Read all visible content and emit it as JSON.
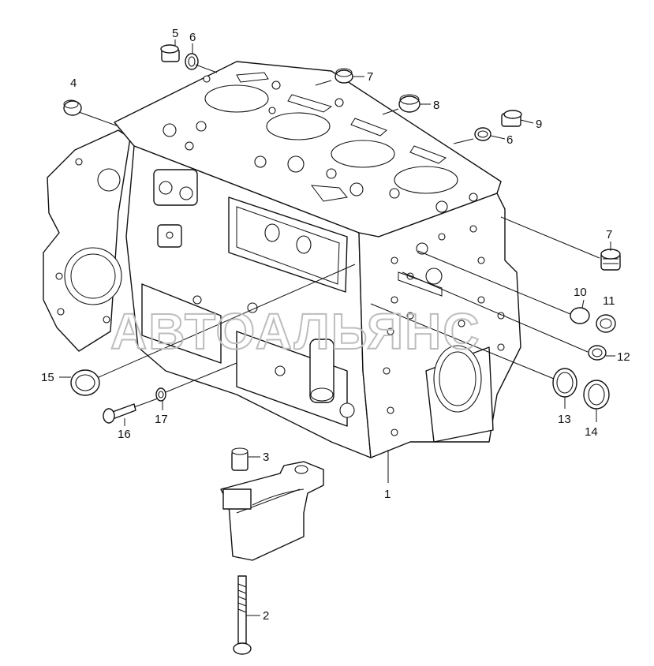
{
  "watermark": "АВТОАЛЬЯНС",
  "callouts": [
    {
      "id": "c1",
      "label": "1"
    },
    {
      "id": "c2",
      "label": "2"
    },
    {
      "id": "c3",
      "label": "3"
    },
    {
      "id": "c4",
      "label": "4"
    },
    {
      "id": "c5",
      "label": "5"
    },
    {
      "id": "c6a",
      "label": "6"
    },
    {
      "id": "c6b",
      "label": "6"
    },
    {
      "id": "c7a",
      "label": "7"
    },
    {
      "id": "c7b",
      "label": "7"
    },
    {
      "id": "c8",
      "label": "8"
    },
    {
      "id": "c9",
      "label": "9"
    },
    {
      "id": "c10",
      "label": "10"
    },
    {
      "id": "c11",
      "label": "11"
    },
    {
      "id": "c12",
      "label": "12"
    },
    {
      "id": "c13",
      "label": "13"
    },
    {
      "id": "c14",
      "label": "14"
    },
    {
      "id": "c15",
      "label": "15"
    },
    {
      "id": "c16",
      "label": "16"
    },
    {
      "id": "c17",
      "label": "17"
    }
  ]
}
